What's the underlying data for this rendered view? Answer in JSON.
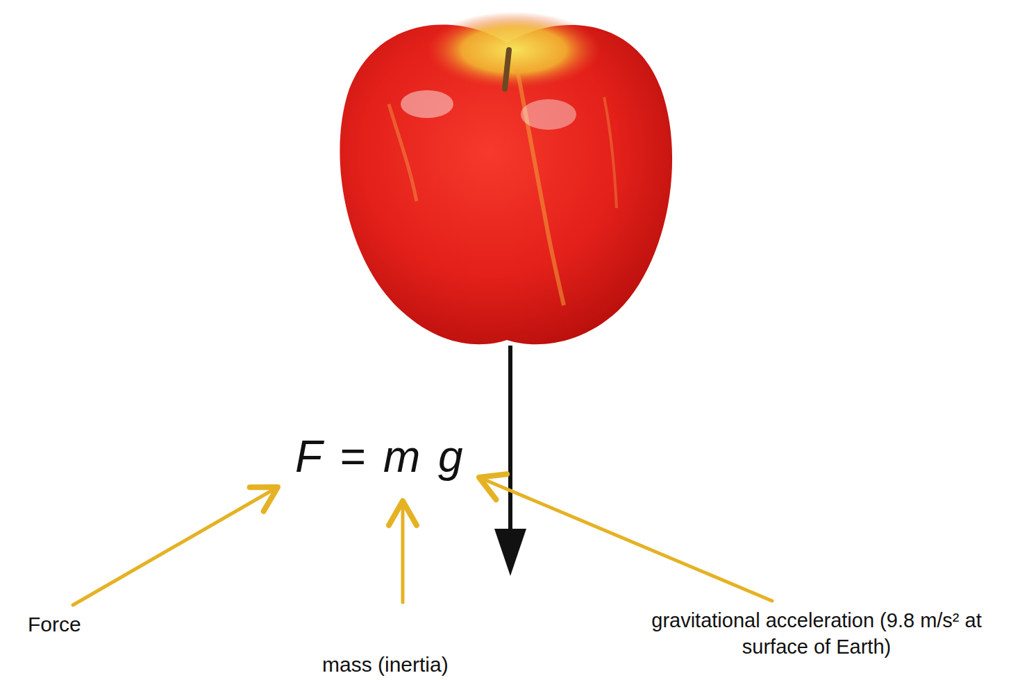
{
  "diagram": {
    "labels": [
      "F = m g",
      "Force",
      "mass (inertia)",
      "gravitational acceleration (9.8 m/s² at surface of Earth)"
    ]
  }
}
